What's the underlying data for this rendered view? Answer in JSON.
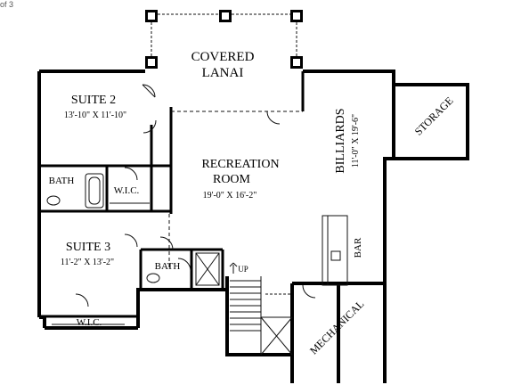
{
  "page_indicator": "of 3",
  "colors": {
    "wall": "#000000",
    "background": "#ffffff",
    "line": "#111111"
  },
  "rooms": {
    "covered_lanai": {
      "line1": "COVERED",
      "line2": "LANAI"
    },
    "suite2": {
      "name": "SUITE 2",
      "dims": "13'-10\" X 11'-10\""
    },
    "recreation": {
      "line1": "RECREATION",
      "line2": "ROOM",
      "dims": "19'-0\" X 16'-2\""
    },
    "billiards": {
      "name": "BILLIARDS",
      "dims": "11'-0\" X 19'-6\""
    },
    "storage": {
      "name": "STORAGE"
    },
    "bath1": {
      "name": "BATH"
    },
    "wic1": {
      "name": "W.I.C."
    },
    "suite3": {
      "name": "SUITE 3",
      "dims": "11'-2\" X 13'-2\""
    },
    "bath2": {
      "name": "BATH"
    },
    "bar": {
      "name": "BAR"
    },
    "up": {
      "name": "UP"
    },
    "mechanical": {
      "name": "MECHANICAL"
    },
    "wic2": {
      "name": "W.I.C."
    }
  }
}
